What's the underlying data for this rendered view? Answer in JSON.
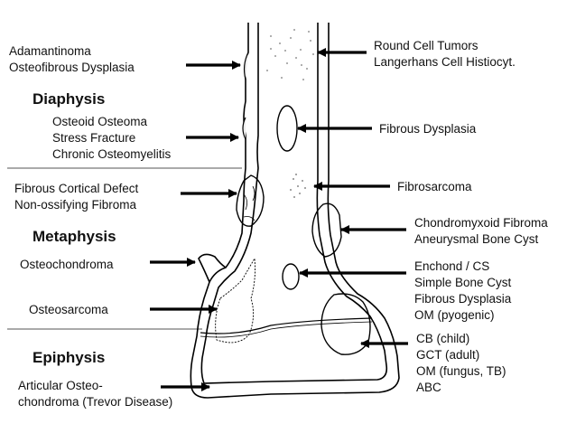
{
  "regions": {
    "diaphysis": "Diaphysis",
    "metaphysis": "Metaphysis",
    "epiphysis": "Epiphysis"
  },
  "labels": {
    "adamantinoma": [
      "Adamantinoma",
      "Osteofibrous Dysplasia"
    ],
    "osteoid": [
      "Osteoid Osteoma",
      "Stress Fracture",
      "Chronic Osteomyelitis"
    ],
    "fibrous_cortical": [
      "Fibrous Cortical Defect",
      "Non-ossifying Fibroma"
    ],
    "osteochondroma": [
      "Osteochondroma"
    ],
    "osteosarcoma": [
      "Osteosarcoma"
    ],
    "articular": [
      "Articular Osteo-",
      "chondroma (Trevor Disease)"
    ],
    "round_cell": [
      "Round Cell Tumors",
      "Langerhans Cell Histiocyt."
    ],
    "fibrous_dysplasia": [
      "Fibrous Dysplasia"
    ],
    "fibrosarcoma": [
      "Fibrosarcoma"
    ],
    "chondromyxoid": [
      "Chondromyxoid Fibroma",
      "Aneurysmal Bone Cyst"
    ],
    "enchond": [
      "Enchond / CS",
      "Simple Bone Cyst",
      "Fibrous Dysplasia",
      "OM (pyogenic)"
    ],
    "cb": [
      "CB (child)",
      "GCT (adult)",
      "OM (fungus, TB)",
      "ABC"
    ]
  }
}
